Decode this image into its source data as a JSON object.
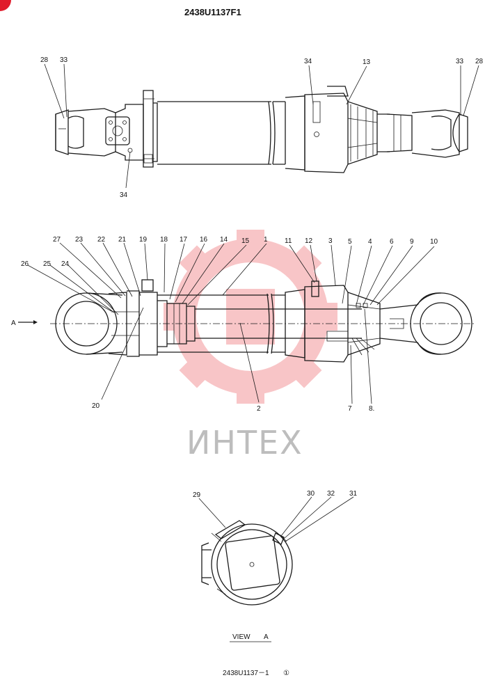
{
  "drawing_number": "2438U1137F1",
  "footer_code": "2438U1137－1",
  "footer_revision": "①",
  "view_caption": "VIEW",
  "view_caption_letter": "A",
  "view_arrow_label": "A",
  "watermark_text": "ИНТЕХ",
  "watermark_color": "#e8343a",
  "corner_mark_color": "#e01b2b",
  "callouts": {
    "top_left": [
      "28",
      "33"
    ],
    "top_right": [
      "34",
      "13",
      "33",
      "28"
    ],
    "top_bottom": [
      "34"
    ],
    "mid_top": [
      "27",
      "23",
      "22",
      "21",
      "19",
      "18",
      "17",
      "16",
      "14",
      "15",
      "1",
      "11",
      "12",
      "3",
      "5",
      "4",
      "6",
      "9",
      "10"
    ],
    "mid_left": [
      "26",
      "25",
      "24"
    ],
    "mid_bottom": [
      "20",
      "2",
      "7",
      "8."
    ],
    "view": [
      "29",
      "30",
      "32",
      "31"
    ]
  }
}
